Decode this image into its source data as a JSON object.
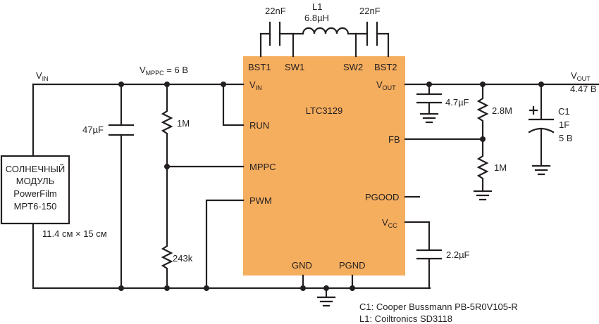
{
  "ic": {
    "name": "LTC3129",
    "color": "#f5ad5e",
    "pins": {
      "bst1": "BST1",
      "sw1": "SW1",
      "sw2": "SW2",
      "bst2": "BST2",
      "vin_main": "V",
      "vin_sub": "IN",
      "run": "RUN",
      "mppc": "MPPC",
      "pwm": "PWM",
      "vout_main": "V",
      "vout_sub": "OUT",
      "fb": "FB",
      "pgood": "PGOOD",
      "vcc_main": "V",
      "vcc_sub": "CC",
      "gnd": "GND",
      "pgnd": "PGND"
    }
  },
  "labels": {
    "vin_main": "V",
    "vin_sub": "IN",
    "vmppc_main": "V",
    "vmppc_sub": "MPPC",
    "vmppc_value": " = 6 В",
    "vout_main": "V",
    "vout_sub": "OUT",
    "vout_value": "4.47 В",
    "c_bst1": "22nF",
    "c_bst2": "22nF",
    "l1_name": "L1",
    "l1_value": "6.8µH",
    "c_in": "47µF",
    "r_top": "1M",
    "r_bot": "243k",
    "c_out": "4.7µF",
    "r_fb_top": "2.8M",
    "r_fb_bot": "1M",
    "c1_name": "C1",
    "c1_value": "1F",
    "c1_voltage": "5 В",
    "c_vcc": "2.2µF"
  },
  "solar": {
    "line1": "СОЛНЕЧНЫЙ",
    "line2": "МОДУЛЬ",
    "line3": "PowerFilm",
    "line4": "MPT6-150",
    "size": "11.4 см × 15 см"
  },
  "notes": {
    "c1": "C1: Cooper Bussmann PB-5R0V105-R",
    "l1": "L1: Coiltronics SD3118"
  }
}
